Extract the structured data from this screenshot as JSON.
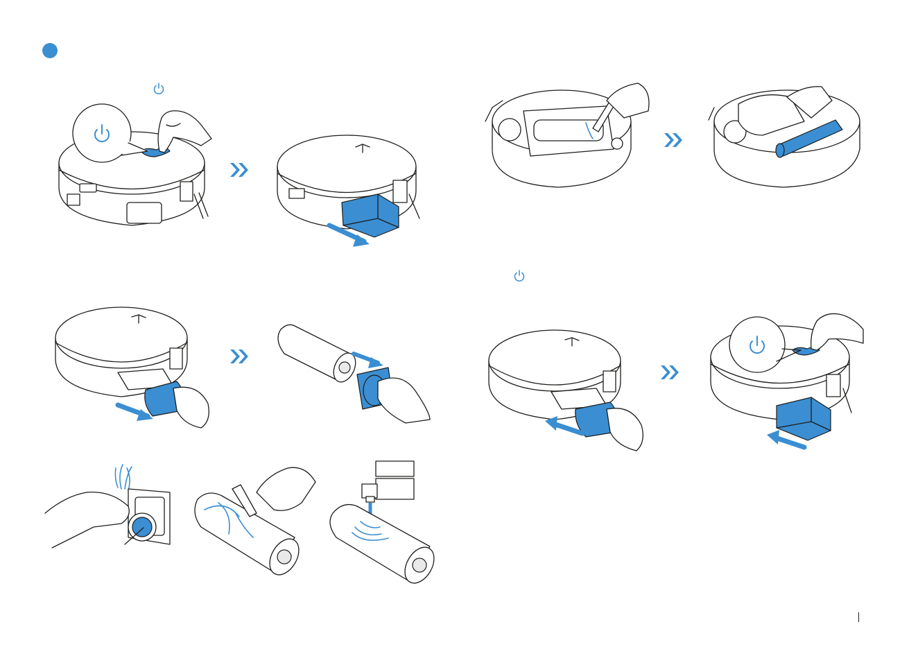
{
  "colors": {
    "accent": "#3b8ed2",
    "line": "#1d1d1b",
    "background": "#ffffff"
  },
  "icons": [
    "power-icon",
    "double-chevron-right-icon"
  ],
  "illustrations": [
    "robot-press-power-button",
    "robot-remove-water-tank",
    "robot-remove-filter-cartridge",
    "filter-detach-cap",
    "brush-remove-hair",
    "filter-wipe-cloth",
    "filter-rinse-under-tap",
    "robot-underside-remove-brush",
    "robot-underside-wipe-brush",
    "robot-insert-filter-cartridge",
    "robot-insert-tank-press-power"
  ]
}
